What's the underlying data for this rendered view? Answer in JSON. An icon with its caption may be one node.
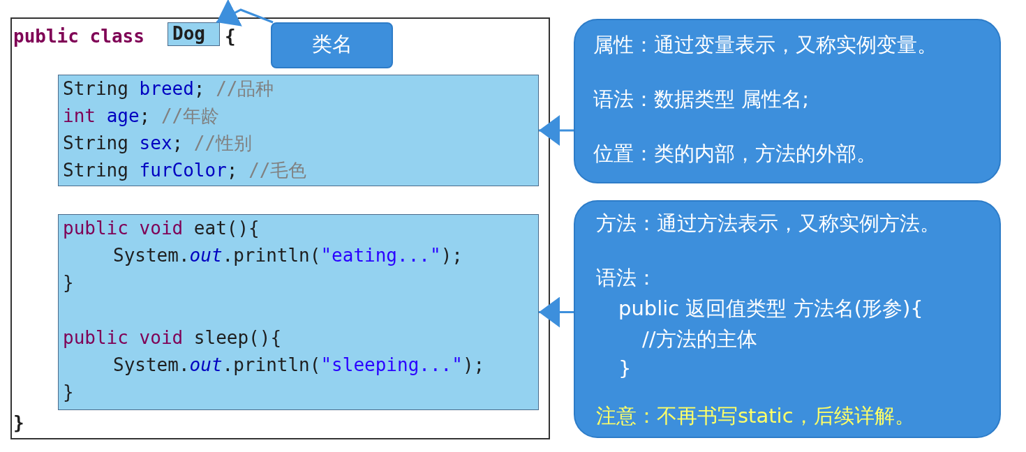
{
  "diagram": {
    "nodes": [
      {
        "text": [
          "public class",
          "{",
          "}"
        ]
      },
      {
        "text": [
          "Dog"
        ],
        "in": 0
      },
      {
        "text": [
          "String breed; //品种",
          "int age; //年龄",
          "String sex; //性别",
          "String furColor; //毛色"
        ],
        "in": 0
      },
      {
        "text": [
          "public void eat(){",
          "System.out.println(\"eating...\");",
          "}",
          "public void sleep(){",
          "System.out.println(\"sleeping...\");",
          "}"
        ],
        "in": 0
      },
      {
        "text": [
          "类名"
        ],
        "in": 0
      },
      {
        "text": [
          "属性：通过变量表示，又称实例变量。",
          "语法：数据类型 属性名;",
          "位置：类的内部，方法的外部。"
        ]
      },
      {
        "text": [
          "方法：通过方法表示，又称实例方法。",
          "语法：",
          "public 返回值类型 方法名(形参){",
          "//方法的主体",
          "}",
          "注意：不再书写static，后续详解。"
        ]
      }
    ],
    "edges": [
      {
        "from": 4,
        "to": 1,
        "arrow": "to"
      },
      {
        "from": 5,
        "to": 2,
        "arrow": "to"
      },
      {
        "from": 6,
        "to": 3,
        "arrow": "to"
      }
    ]
  }
}
